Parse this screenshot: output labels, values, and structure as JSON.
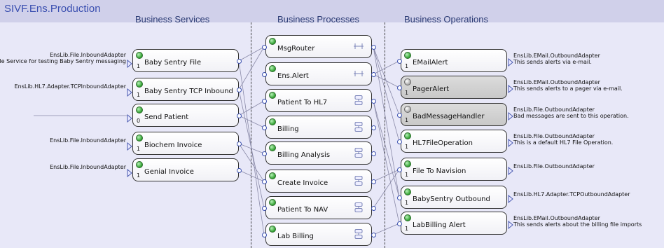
{
  "production": {
    "title": "SIVF.Ens.Production"
  },
  "columns": {
    "services": "Business Services",
    "processes": "Business Processes",
    "operations": "Business Operations"
  },
  "services": [
    {
      "label": "Baby Sentry File",
      "count": "1",
      "status": "green",
      "adapter": "EnsLib.File.InboundAdapter",
      "description": "File Service for testing Baby Sentry messaging"
    },
    {
      "label": "Baby Sentry TCP Inbound",
      "count": "1",
      "status": "green",
      "adapter": "EnsLib.HL7.Adapter.TCPInboundAdapter",
      "description": ""
    },
    {
      "label": "Send Patient",
      "count": "0",
      "status": "green",
      "adapter": "",
      "description": ""
    },
    {
      "label": "Biochem Invoice",
      "count": "1",
      "status": "green",
      "adapter": "EnsLib.File.InboundAdapter",
      "description": ""
    },
    {
      "label": "Genial Invoice",
      "count": "1",
      "status": "green",
      "adapter": "EnsLib.File.InboundAdapter",
      "description": ""
    }
  ],
  "processes": [
    {
      "label": "MsgRouter",
      "status": "green",
      "icon": "router-icon"
    },
    {
      "label": "Ens.Alert",
      "status": "green",
      "icon": "router-icon"
    },
    {
      "label": "Patient To HL7",
      "status": "green",
      "icon": "bpl-icon"
    },
    {
      "label": "Billing",
      "status": "green",
      "icon": "bpl-icon"
    },
    {
      "label": "Billing Analysis",
      "status": "green",
      "icon": "bpl-icon"
    },
    {
      "label": "Create Invoice",
      "status": "green",
      "icon": "bpl-icon"
    },
    {
      "label": "Patient To NAV",
      "status": "green",
      "icon": "bpl-icon"
    },
    {
      "label": "Lab Billing",
      "status": "green",
      "icon": "bpl-icon"
    }
  ],
  "operations": [
    {
      "label": "EMailAlert",
      "count": "1",
      "status": "green",
      "disabled": false,
      "adapter": "EnsLib.EMail.OutboundAdapter",
      "description": "This sends alerts via e-mail."
    },
    {
      "label": "PagerAlert",
      "count": "1",
      "status": "grey",
      "disabled": true,
      "adapter": "EnsLib.EMail.OutboundAdapter",
      "description": "This sends alerts to a pager via e-mail."
    },
    {
      "label": "BadMessageHandler",
      "count": "1",
      "status": "grey",
      "disabled": true,
      "adapter": "EnsLib.File.OutboundAdapter",
      "description": "Bad messages are sent to this operation."
    },
    {
      "label": "HL7FileOperation",
      "count": "1",
      "status": "green",
      "disabled": false,
      "adapter": "EnsLib.File.OutboundAdapter",
      "description": "This is a default HL7 File Operation."
    },
    {
      "label": "File To Navision",
      "count": "1",
      "status": "green",
      "disabled": false,
      "adapter": "EnsLib.File.OutboundAdapter",
      "description": ""
    },
    {
      "label": "BabySentry Outbound",
      "count": "1",
      "status": "green",
      "disabled": false,
      "adapter": "EnsLib.HL7.Adapter.TCPOutboundAdapter",
      "description": ""
    },
    {
      "label": "LabBilling Alert",
      "count": "1",
      "status": "green",
      "disabled": false,
      "adapter": "EnsLib.EMail.OutboundAdapter",
      "description": "This sends alerts about the billing file imports"
    }
  ],
  "colors": {
    "background": "#d0d0ea",
    "lane": "#e8e8f8",
    "title": "#3a4fb0",
    "wire": "#8a8aa8",
    "status_ok": "#2fa12f",
    "status_disabled": "#aaaaaa"
  }
}
